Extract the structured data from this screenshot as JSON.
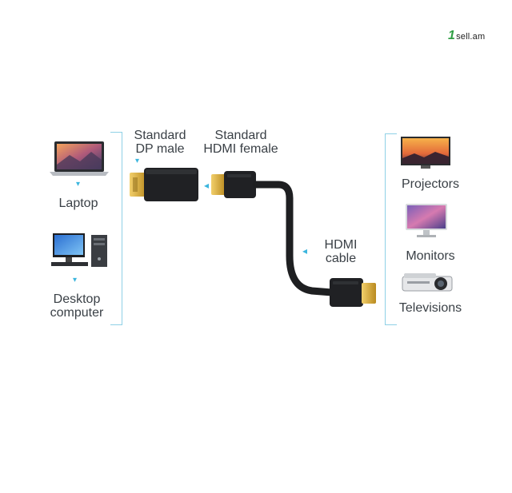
{
  "watermark": {
    "brand_number": "1",
    "brand_text": "sell.am"
  },
  "sources": {
    "laptop_label": "Laptop",
    "desktop_label_line1": "Desktop",
    "desktop_label_line2": "computer"
  },
  "connectors": {
    "dp_label_line1": "Standard",
    "dp_label_line2": "DP male",
    "hdmi_female_label_line1": "Standard",
    "hdmi_female_label_line2": "HDMI female",
    "cable_label_line1": "HDMI",
    "cable_label_line2": "cable"
  },
  "displays": {
    "projectors_label": "Projectors",
    "monitors_label": "Monitors",
    "televisions_label": "Televisions"
  },
  "colors": {
    "accent": "#3cb6de",
    "bracket": "#8fd1e6",
    "cable": "#1e1f21",
    "gold": "#d9a62a"
  }
}
